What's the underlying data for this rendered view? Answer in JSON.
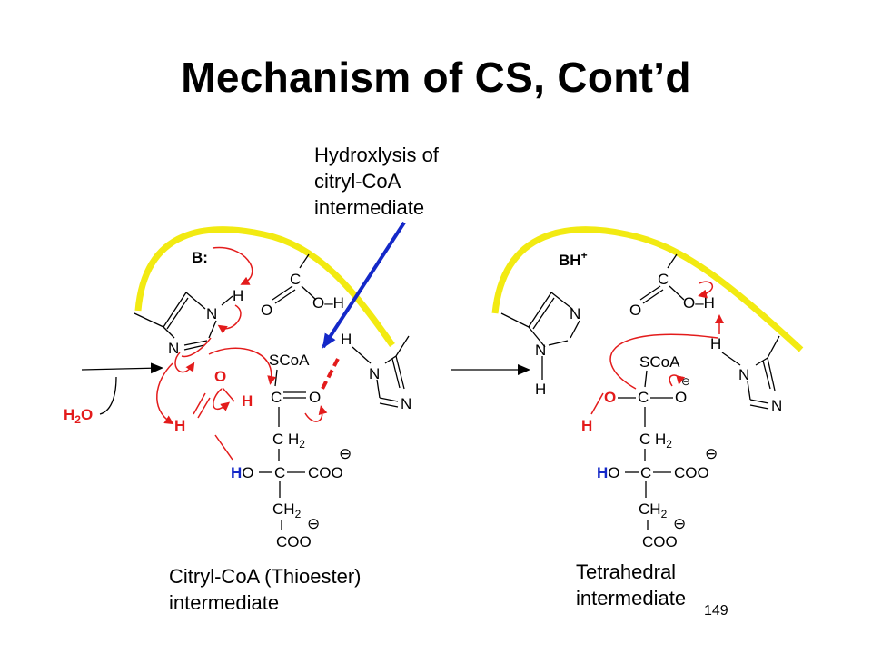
{
  "slide": {
    "title": "Mechanism of CS, Cont’d",
    "annotation": [
      "Hydroxlysis of",
      "citryl-CoA",
      "intermediate"
    ],
    "caption_left": [
      "Citryl-CoA (Thioester)",
      "intermediate"
    ],
    "caption_right": [
      "Tetrahedral",
      "intermediate"
    ],
    "page_number": "149"
  },
  "left_structure": {
    "base": "B:",
    "proton": "H",
    "carbonyl_c": "C",
    "carbonyl_o": "O",
    "acid_oh": "O–H",
    "imidazole_n": "N",
    "scoa": "SCoA",
    "water_h": "H",
    "water_o": "O",
    "water_label_h": "H",
    "water_label_sub": "2",
    "water_label_o": "O",
    "thioester_c": "C",
    "thioester_o": "O",
    "ch2": "C H",
    "ch2_sub": "2",
    "ho": "H",
    "ho_o": "O",
    "center_c": "C",
    "coo": "COO",
    "ch2_low": "CH",
    "ch2_low_sub": "2",
    "coo_low": "COO",
    "minus": "⊖"
  },
  "right_structure": {
    "base": "BH",
    "plus": "+",
    "scoa": "SCoA",
    "o_red": "O",
    "h_red": "H",
    "ch2": "C H",
    "ch2_sub": "2",
    "ho": "H",
    "ho_o": "O",
    "center_c": "C",
    "coo": "COO",
    "ch2_low": "CH",
    "ch2_low_sub": "2",
    "coo_low": "COO",
    "minus": "⊖"
  },
  "colors": {
    "arc": "#f2ea12",
    "red": "#e31b1b",
    "blue": "#1428c8",
    "black": "#000000"
  }
}
